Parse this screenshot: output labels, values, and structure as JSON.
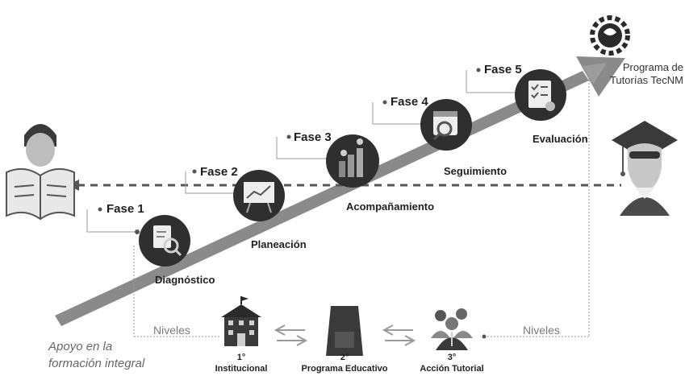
{
  "program": {
    "line1": "Programa de",
    "line2": "Tutorías TecNM",
    "logo": "tecnm-gear-logo"
  },
  "phases": [
    {
      "label": "Fase 1",
      "step": "Diagnóstico",
      "icon": "magnifier-document-icon"
    },
    {
      "label": "Fase 2",
      "step": "Planeación",
      "icon": "presentation-chart-icon"
    },
    {
      "label": "Fase 3",
      "step": "Acompañamiento",
      "icon": "climbing-figures-icon"
    },
    {
      "label": "Fase 4",
      "step": "Seguimiento",
      "icon": "calendar-search-icon"
    },
    {
      "label": "Fase 5",
      "step": "Evaluación",
      "icon": "checklist-badge-icon"
    }
  ],
  "support": {
    "line1": "Apoyo en la",
    "line2": "formación integral"
  },
  "levels_label_left": "Niveles",
  "levels_label_right": "Niveles",
  "levels": [
    {
      "number": "1°",
      "name": "Institucional",
      "icon": "building-icon"
    },
    {
      "number": "2°",
      "name": "Programa Educativo",
      "icon": "podium-person-icon"
    },
    {
      "number": "3°",
      "name": "Acción Tutorial",
      "icon": "group-people-icon"
    }
  ],
  "figures": {
    "student": "student-reading-icon",
    "graduate": "graduate-cap-icon"
  },
  "colors": {
    "arrow": "#8a8a8a",
    "circle": "#2f2f2f",
    "text": "#1f1f1f",
    "muted": "#7a7a7a"
  }
}
